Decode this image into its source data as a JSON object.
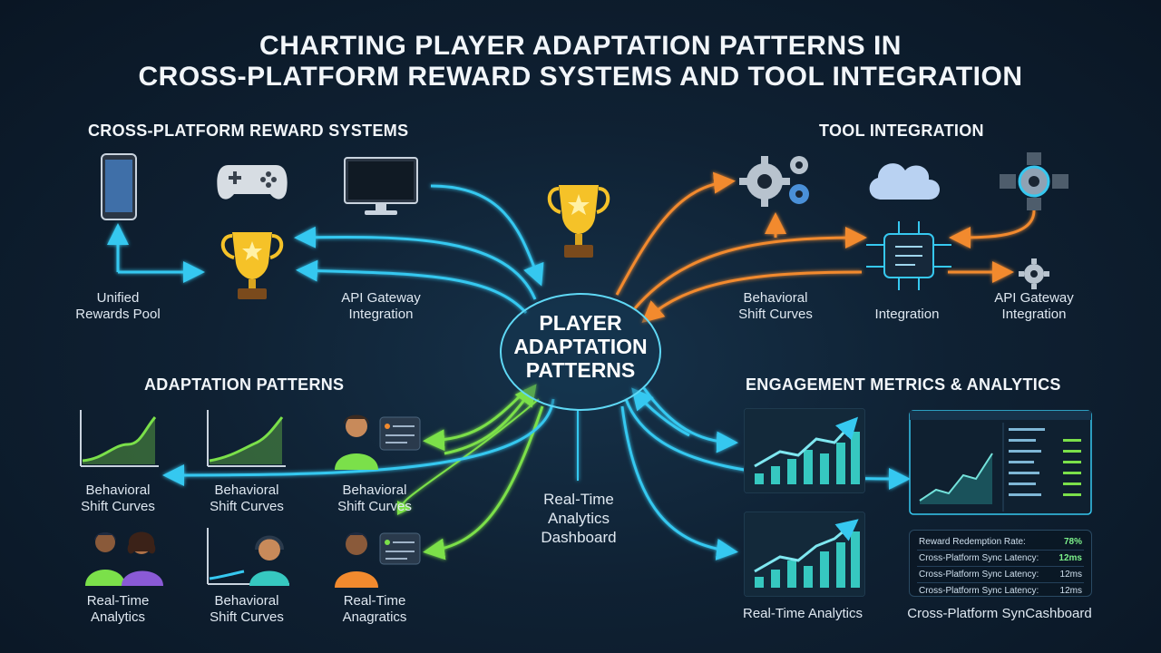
{
  "title": {
    "line1": "CHARTING PLAYER ADAPTATION PATTERNS IN",
    "line2": "CROSS-PLATFORM REWARD SYSTEMS AND TOOL INTEGRATION"
  },
  "sections": {
    "reward_systems": "CROSS-PLATFORM REWARD SYSTEMS",
    "tool_integration": "TOOL INTEGRATION",
    "adaptation_patterns": "ADAPTATION PATTERNS",
    "engagement": "ENGAGEMENT METRICS & ANALYTICS"
  },
  "center": {
    "line1": "PLAYER",
    "line2": "ADAPTATION",
    "line3": "PATTERNS"
  },
  "reward_labels": {
    "unified_1": "Unified",
    "unified_2": "Rewards Pool",
    "api_1": "API Gateway",
    "api_2": "Integration"
  },
  "tool_labels": {
    "behavioral_1": "Behavioral",
    "behavioral_2": "Shift Curves",
    "integration": "Integration",
    "api_1": "API Gateway",
    "api_2": "Integration"
  },
  "adaptation_labels": {
    "a1_1": "Behavioral",
    "a1_2": "Shift Curves",
    "a2_1": "Behavioral",
    "a2_2": "Shift Curves",
    "a3_1": "Behavioral",
    "a3_2": "Shift Curves",
    "b1_1": "Real-Time",
    "b1_2": "Analytics",
    "b2_1": "Behavioral",
    "b2_2": "Shift Curves",
    "b3_1": "Real-Time",
    "b3_2": "Anagratics"
  },
  "dashboard_label": {
    "line1": "Real-Time",
    "line2": "Analytics",
    "line3": "Dashboard"
  },
  "engagement_labels": {
    "rt_analytics": "Real-Time Analytics",
    "sync_dashboard": "Cross-Platform SynCashboard"
  },
  "stats": [
    {
      "label": "Reward Redemption Rate:",
      "value": "78%"
    },
    {
      "label": "Cross-Platform Sync Latency:",
      "value": "12ms"
    },
    {
      "label": "Cross-Platform Sync Latency:",
      "value": "12ms"
    },
    {
      "label": "Cross-Platform Sync Latency:",
      "value": "12ms"
    }
  ],
  "icons": {
    "phone": "smartphone-icon",
    "gamepad": "gamepad-icon",
    "monitor": "monitor-icon",
    "trophy": "trophy-icon",
    "gears": "gears-icon",
    "cloud": "cloud-icon",
    "api": "api-hub-icon",
    "chip": "integration-chip-icon",
    "gear_small": "gear-icon"
  },
  "colors": {
    "cyan": "#36c8f0",
    "orange": "#f28a2e",
    "green": "#7be04a",
    "gold": "#f5c228"
  }
}
